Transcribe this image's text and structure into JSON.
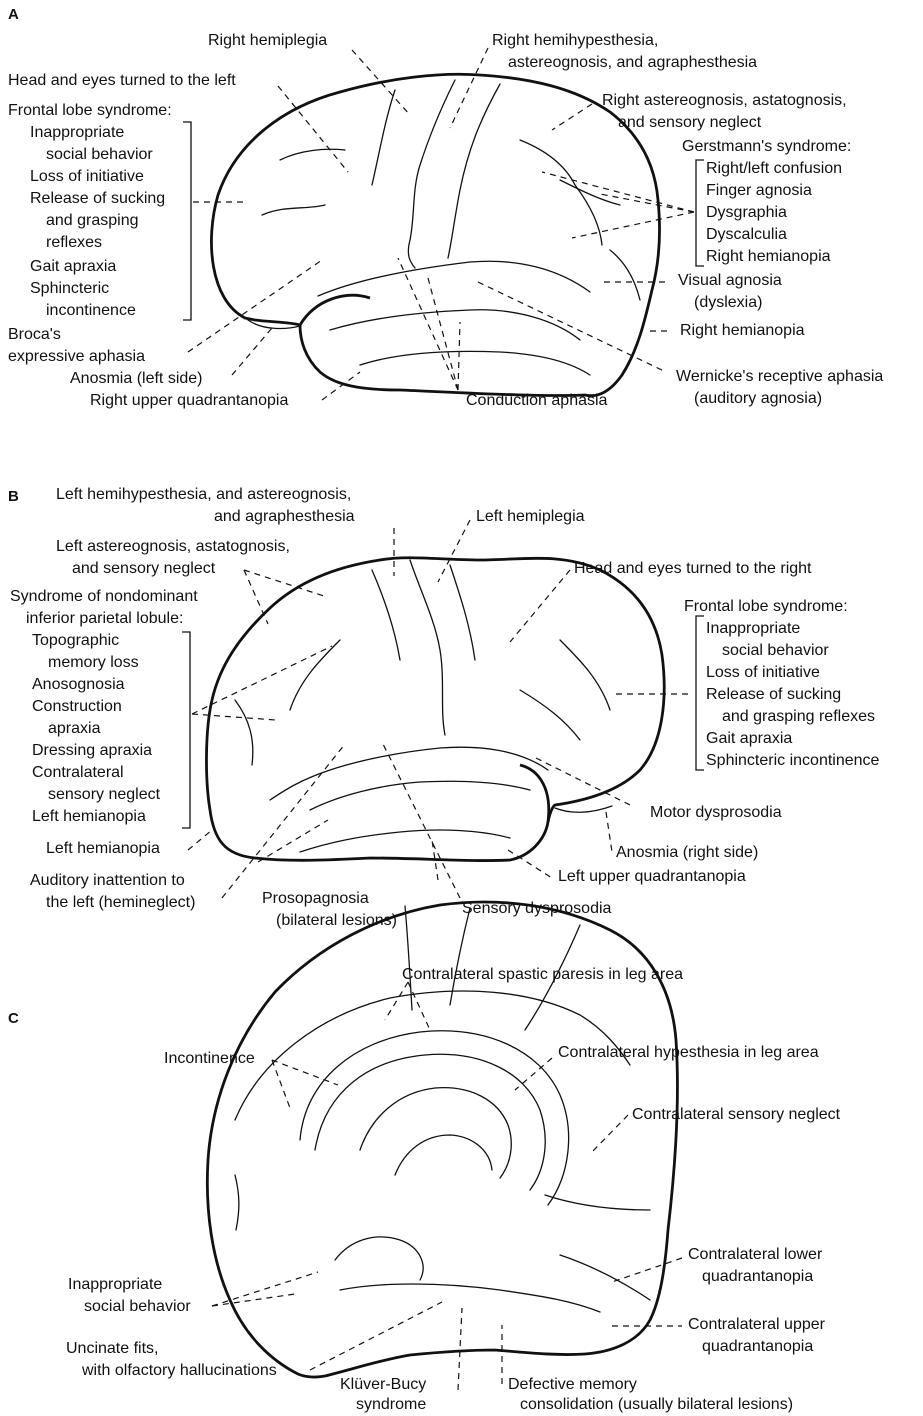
{
  "panel_a": {
    "letter": "A",
    "labels": {
      "right_hemiplegia": "Right hemiplegia",
      "right_hemihypesthesia_1": "Right hemihypesthesia,",
      "right_hemihypesthesia_2": "astereognosis, and agraphesthesia",
      "head_eyes_left": "Head and eyes turned to the left",
      "frontal_title": "Frontal lobe syndrome:",
      "frontal_items": [
        "Inappropriate",
        "social behavior",
        "Loss of initiative",
        "Release of sucking",
        "and grasping",
        "reflexes",
        "Gait apraxia",
        "Sphincteric",
        "incontinence"
      ],
      "broca_1": "Broca's",
      "broca_2": "expressive aphasia",
      "anosmia_left": "Anosmia (left side)",
      "right_upper_quad": "Right upper quadrantanopia",
      "conduction_aphasia": "Conduction aphasia",
      "right_astereognosis_1": "Right astereognosis, astatognosis,",
      "right_astereognosis_2": "and sensory neglect",
      "gerstmann_title": "Gerstmann's syndrome:",
      "gerstmann_items": [
        "Right/left confusion",
        "Finger agnosia",
        "Dysgraphia",
        "Dyscalculia",
        "Right hemianopia"
      ],
      "visual_agnosia_1": "Visual agnosia",
      "visual_agnosia_2": "(dyslexia)",
      "right_hemianopia": "Right hemianopia",
      "wernicke_1": "Wernicke's receptive aphasia",
      "wernicke_2": "(auditory agnosia)"
    }
  },
  "panel_b": {
    "letter": "B",
    "labels": {
      "left_hemihypesthesia_1": "Left hemihypesthesia, and astereognosis,",
      "left_hemihypesthesia_2": "and agraphesthesia",
      "left_hemiplegia": "Left hemiplegia",
      "left_astereognosis_1": "Left astereognosis, astatognosis,",
      "left_astereognosis_2": "and sensory neglect",
      "head_eyes_right": "Head and eyes turned to the right",
      "nondominant_title_1": "Syndrome of nondominant",
      "nondominant_title_2": "inferior parietal lobule:",
      "nondominant_items": [
        "Topographic",
        "memory loss",
        "Anosognosia",
        "Construction",
        "apraxia",
        "Dressing apraxia",
        "Contralateral",
        "sensory neglect",
        "Left hemianopia"
      ],
      "frontal_title": "Frontal lobe syndrome:",
      "frontal_items": [
        "Inappropriate",
        "social behavior",
        "Loss of initiative",
        "Release of sucking",
        "and grasping reflexes",
        "Gait apraxia",
        "Sphincteric incontinence"
      ],
      "motor_dysprosodia": "Motor dysprosodia",
      "anosmia_right": "Anosmia (right side)",
      "left_hemianopia": "Left hemianopia",
      "left_upper_quad": "Left upper quadrantanopia",
      "auditory_inattention_1": "Auditory inattention to",
      "auditory_inattention_2": "the left (hemineglect)",
      "prosopagnosia_1": "Prosopagnosia",
      "prosopagnosia_2": "(bilateral lesions)",
      "sensory_dysprosodia": "Sensory dysprosodia"
    }
  },
  "panel_c": {
    "letter": "C",
    "labels": {
      "spastic_paresis": "Contralateral spastic paresis in leg area",
      "incontinence": "Incontinence",
      "hypesthesia_leg": "Contralateral hypesthesia in leg area",
      "sensory_neglect": "Contralateral sensory neglect",
      "lower_quad_1": "Contralateral lower",
      "lower_quad_2": "quadrantanopia",
      "upper_quad_1": "Contralateral upper",
      "upper_quad_2": "quadrantanopia",
      "inappropriate_1": "Inappropriate",
      "inappropriate_2": "social behavior",
      "uncinate_1": "Uncinate fits,",
      "uncinate_2": "with olfactory hallucinations",
      "kluver_1": "Klüver-Bucy",
      "kluver_2": "syndrome",
      "memory_1": "Defective memory",
      "memory_2": "consolidation (usually bilateral lesions)"
    }
  }
}
